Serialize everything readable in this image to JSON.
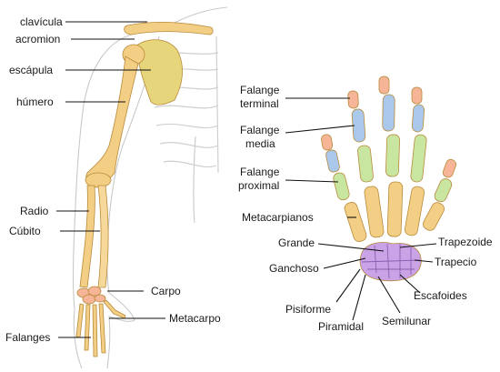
{
  "arm_labels": {
    "clavicula": "clavícula",
    "acromion": "acromion",
    "escapula": "escápula",
    "humero": "húmero",
    "radio": "Radio",
    "cubito": "Cúbito",
    "carpo": "Carpo",
    "metacarpo": "Metacarpo",
    "falanges": "Falanges"
  },
  "hand_labels": {
    "falange_terminal": [
      "Falange",
      "terminal"
    ],
    "falange_media": [
      "Falange",
      "media"
    ],
    "falange_proximal": [
      "Falange",
      "proximal"
    ],
    "metacarpianos": "Metacarpianos",
    "grande": "Grande",
    "ganchoso": "Ganchoso",
    "pisiforme": "Pisiforme",
    "piramidal": "Piramidal",
    "semilunar": "Semilunar",
    "escafoides": "Escafoides",
    "trapecio": "Trapecio",
    "trapezoide": "Trapezoide"
  },
  "colors": {
    "bone": "#f3cf86",
    "terminal": "#f6b597",
    "media": "#a9c8ea",
    "proximal": "#c8e6a0",
    "carpals": "#c9a3e6"
  }
}
